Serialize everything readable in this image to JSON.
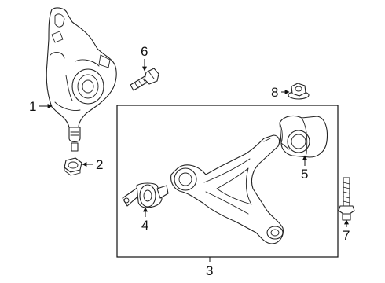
{
  "diagram": {
    "callouts": [
      {
        "id": "1",
        "label": "1"
      },
      {
        "id": "2",
        "label": "2"
      },
      {
        "id": "3",
        "label": "3"
      },
      {
        "id": "4",
        "label": "4"
      },
      {
        "id": "5",
        "label": "5"
      },
      {
        "id": "6",
        "label": "6"
      },
      {
        "id": "7",
        "label": "7"
      },
      {
        "id": "8",
        "label": "8"
      }
    ],
    "parts": [
      {
        "callout": "1",
        "icon": "steering-knuckle-icon"
      },
      {
        "callout": "2",
        "icon": "hex-nut-icon"
      },
      {
        "callout": "3",
        "icon": "lower-control-arm-icon"
      },
      {
        "callout": "4",
        "icon": "front-bushing-icon"
      },
      {
        "callout": "5",
        "icon": "rear-bushing-icon"
      },
      {
        "callout": "6",
        "icon": "bolt-icon"
      },
      {
        "callout": "7",
        "icon": "stud-bolt-icon"
      },
      {
        "callout": "8",
        "icon": "flange-nut-icon"
      }
    ],
    "line_color": "#222222",
    "background": "#ffffff"
  }
}
